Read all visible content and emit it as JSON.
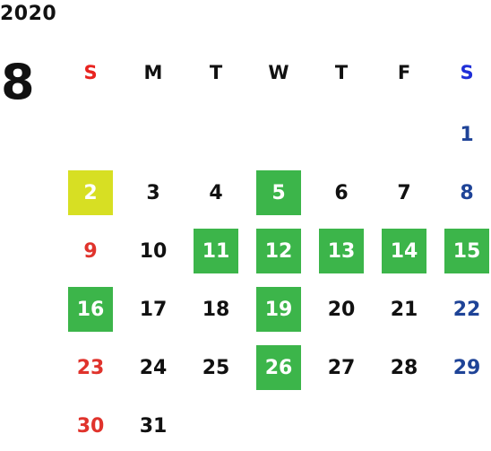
{
  "header": {
    "year": "2020",
    "month": "8"
  },
  "weekdays": [
    "S",
    "M",
    "T",
    "W",
    "T",
    "F",
    "S"
  ],
  "first_weekday_index": 6,
  "days": [
    "1",
    "2",
    "3",
    "4",
    "5",
    "6",
    "7",
    "8",
    "9",
    "10",
    "11",
    "12",
    "13",
    "14",
    "15",
    "16",
    "17",
    "18",
    "19",
    "20",
    "21",
    "22",
    "23",
    "24",
    "25",
    "26",
    "27",
    "28",
    "29",
    "30",
    "31"
  ],
  "colors": {
    "default_text": "#111111",
    "sunday_header": "#e8231f",
    "saturday_header": "#1f2fd8",
    "sunday_text": "#e0332c",
    "saturday_text": "#1e4397",
    "highlight_text": "#ffffff",
    "green_bg": "#3cb54a",
    "yellow_bg": "#d7df23"
  },
  "highlights": {
    "green": [
      5,
      11,
      12,
      13,
      14,
      15,
      16,
      19,
      26
    ],
    "yellow": [
      2
    ]
  }
}
